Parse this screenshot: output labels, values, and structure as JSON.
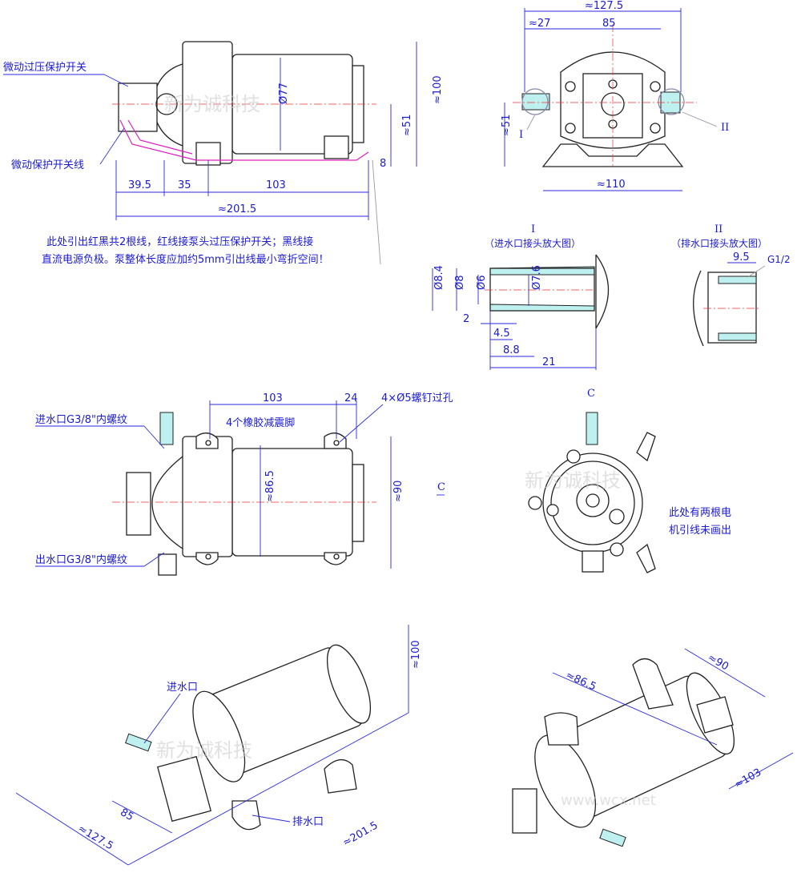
{
  "top_side_view": {
    "label_switch": "微动过压保护开关",
    "label_switch_wire": "微动保护开关线",
    "dim_diameter": "Ø77",
    "dim_height": "≈100",
    "dim_axis": "≈51",
    "dim_foot": "8",
    "dim_a": "39.5",
    "dim_b": "35",
    "dim_c": "103",
    "dim_total": "≈201.5",
    "note_line1": "此处引出红黑共2根线，红线接泵头过压保护开关；黑线接",
    "note_line2": "直流电源负极。泵整体长度应加约5mm引出线最小弯折空间！"
  },
  "top_front_view": {
    "dim_width": "≈127.5",
    "dim_offset": "≈27",
    "dim_ports": "85",
    "dim_axis": "≈51",
    "dim_base": "≈110",
    "marker_in": "I",
    "marker_out": "II"
  },
  "detail_inlet": {
    "roman": "I",
    "title": "（进水口接头放大图）",
    "d1": "Ø8.4",
    "d2": "Ø8",
    "d3": "Ø6",
    "d4": "Ø7.6",
    "l1": "2",
    "l2": "4.5",
    "l3": "8.8",
    "l4": "21"
  },
  "detail_outlet": {
    "roman": "II",
    "title": "（排水口接头放大图）",
    "l1": "9.5",
    "thread": "G1/2"
  },
  "mid_side_view": {
    "dim_length": "103",
    "dim_foot": "24",
    "holes": "4×Ø5螺钉过孔",
    "feet": "4个橡胶减震脚",
    "inlet": "进水口G3/8\"内螺纹",
    "outlet": "出水口G3/8\"内螺纹",
    "dim_feet_span": "≈86.5",
    "dim_height": "≈90",
    "section_marker": "C"
  },
  "mid_back_view": {
    "title": "C",
    "note_line1": "此处有两根电",
    "note_line2": "机引线未画出"
  },
  "iso_left": {
    "inlet": "进水口",
    "outlet": "排水口",
    "dim_height": "≈100",
    "dim_ports": "85",
    "dim_width": "≈127.5",
    "dim_length": "≈201.5"
  },
  "iso_right": {
    "dim_feet": "≈86.5",
    "dim_width": "≈90",
    "dim_length": "≈103"
  },
  "watermark": {
    "brand": "新为诚科技",
    "url": "www.wcx.net"
  }
}
